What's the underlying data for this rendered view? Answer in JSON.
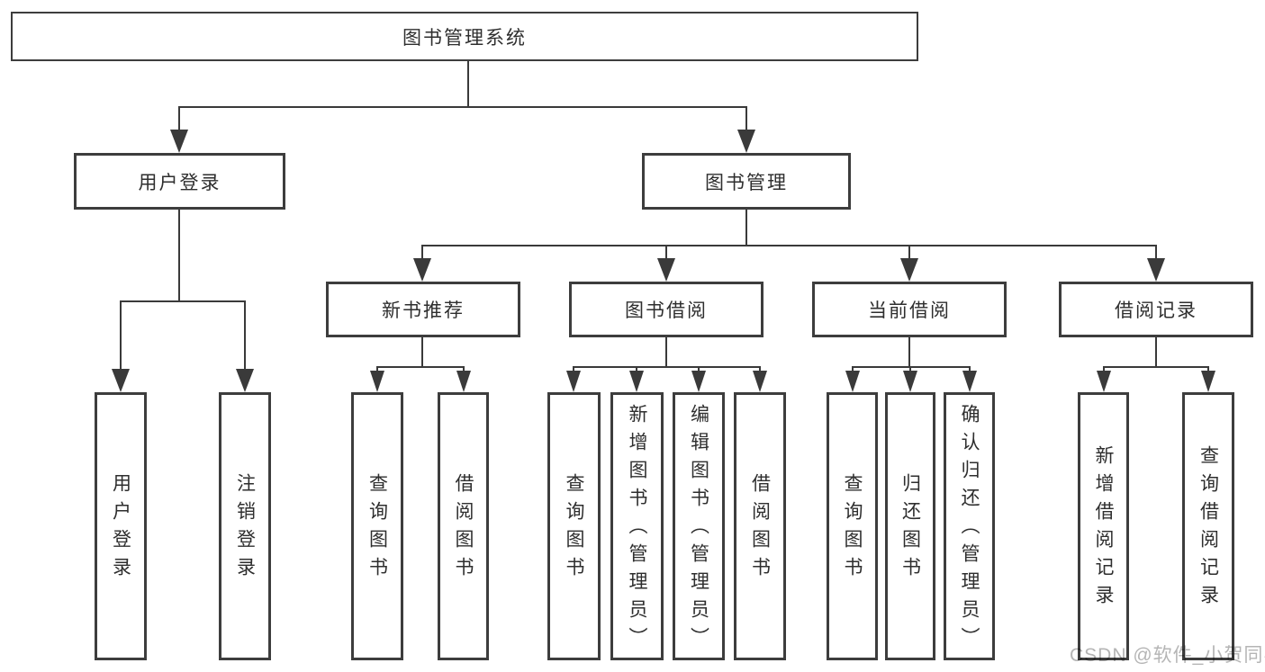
{
  "tree": {
    "root": "图书管理系统",
    "level2": [
      {
        "label": "用户登录",
        "leaves": [
          "用户登录",
          "注销登录"
        ]
      },
      {
        "label": "图书管理",
        "sections": [
          {
            "label": "新书推荐",
            "leaves": [
              "查询图书",
              "借阅图书"
            ]
          },
          {
            "label": "图书借阅",
            "leaves": [
              "查询图书",
              "新增图书（管理员）",
              "编辑图书（管理员）",
              "借阅图书"
            ]
          },
          {
            "label": "当前借阅",
            "leaves": [
              "查询图书",
              "归还图书",
              "确认归还（管理员）"
            ]
          },
          {
            "label": "借阅记录",
            "leaves": [
              "新增借阅记录",
              "查询借阅记录"
            ]
          }
        ]
      }
    ]
  },
  "watermark": {
    "text": "CSDN @软件_小贺同学"
  },
  "colors": {
    "line": "#3a3a3a",
    "box_border": "#3d3d3d",
    "text": "#2e2e2e",
    "watermark": "#b5b5b5",
    "background": "#ffffff"
  }
}
